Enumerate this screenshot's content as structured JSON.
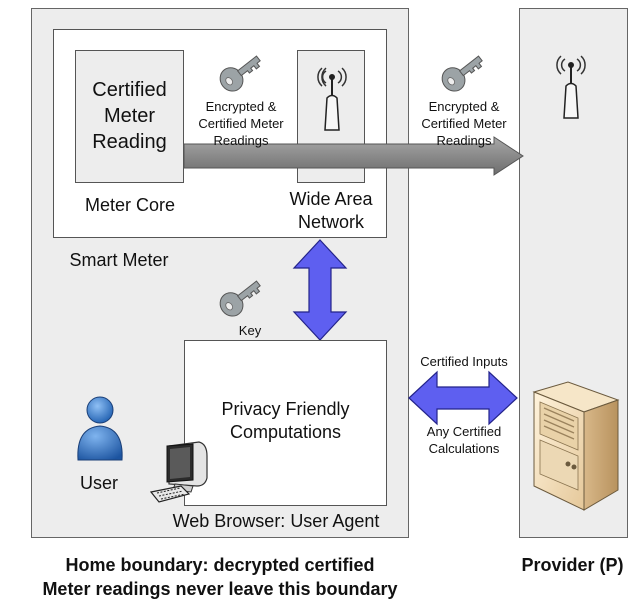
{
  "home": {
    "smart_meter_label": "Smart Meter",
    "meter_core_label": "Meter Core",
    "certified_reading": [
      "Certified",
      "Meter",
      "Reading"
    ],
    "wan_label": [
      "Wide Area",
      "Network"
    ],
    "inner_encrypted": [
      "Encrypted &",
      "Certified Meter",
      "Readings"
    ],
    "key_label": "Key",
    "privacy_box": [
      "Privacy Friendly",
      "Computations"
    ],
    "user_label": "User",
    "browser_label": "Web Browser: User Agent",
    "boundary_caption": [
      "Home boundary: decrypted certified",
      "Meter readings never leave this boundary"
    ]
  },
  "channel": {
    "outer_encrypted": [
      "Encrypted &",
      "Certified Meter",
      "Readings"
    ],
    "certified_inputs": "Certified Inputs",
    "any_calculations": [
      "Any Certified",
      "Calculations"
    ]
  },
  "provider": {
    "caption": "Provider (P)"
  },
  "icons": [
    "key-icon",
    "antenna-icon",
    "user-icon",
    "computer-icon",
    "server-icon"
  ],
  "colors": {
    "panel": "#ededed",
    "border": "#555555",
    "gray_arrow": "#8c8c8c",
    "blue_arrow": "#5e5ff0",
    "user_blue": "#2f6fc0"
  }
}
